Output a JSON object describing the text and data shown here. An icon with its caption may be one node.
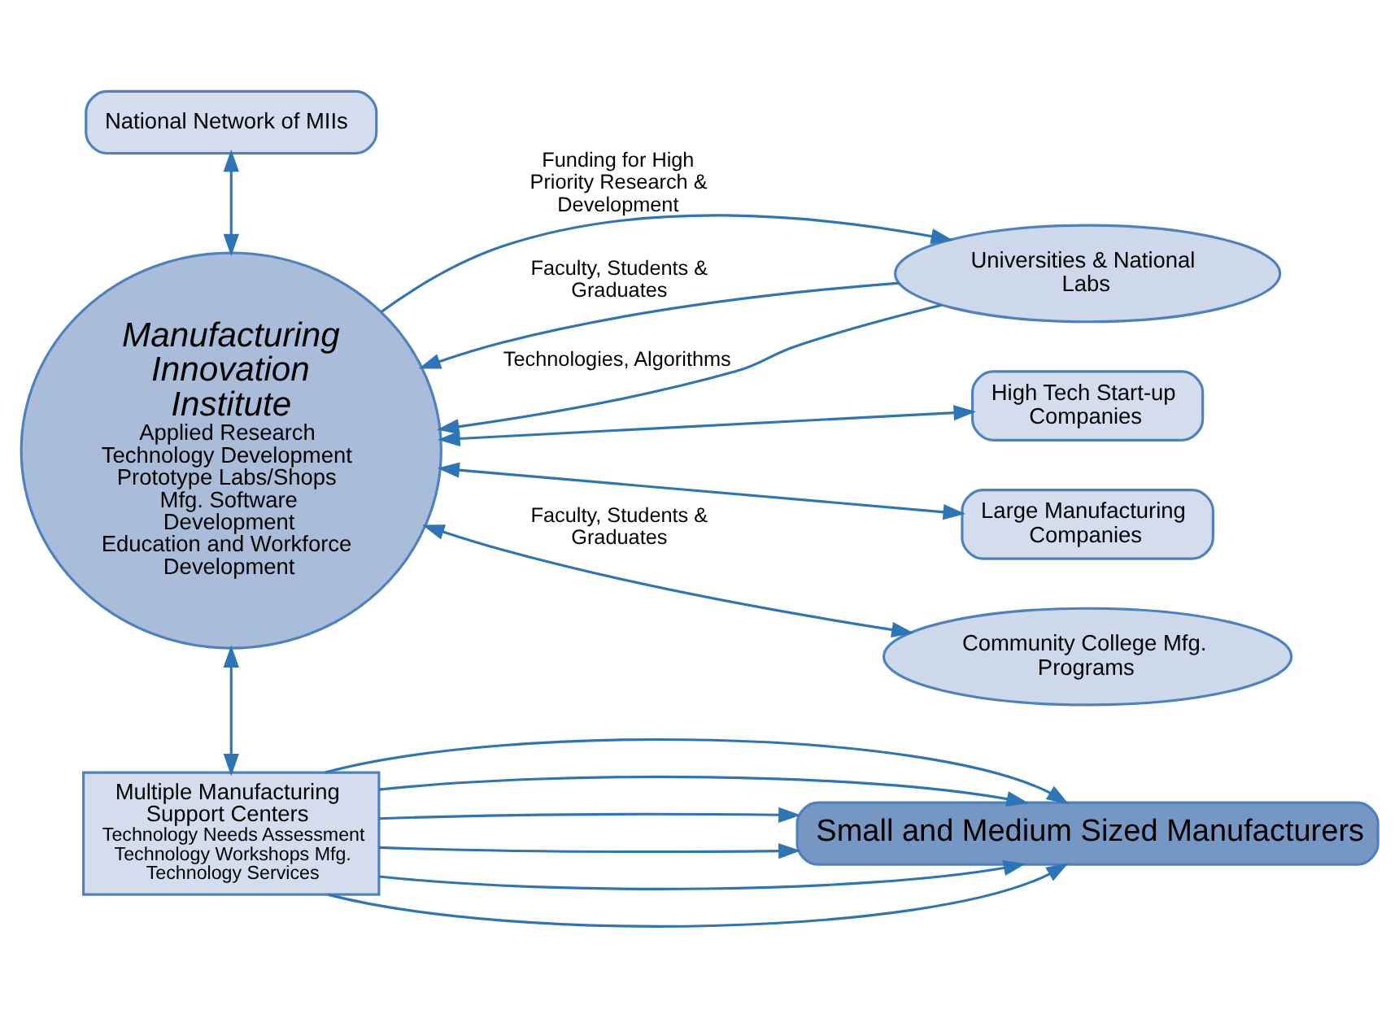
{
  "diagram": {
    "nodes": [
      {
        "text": [
          "National Network of MIIs"
        ]
      },
      {
        "text": [
          "Universities & National Labs"
        ]
      },
      {
        "text": [
          "Manufacturing Innovation Institute",
          "Applied Research Technology Development",
          "Prototype Labs/Shops",
          "Mfg. Software Development",
          "Education and Workforce Development"
        ]
      },
      {
        "text": [
          "High Tech Start-up Companies"
        ]
      },
      {
        "text": [
          "Large Manufacturing Companies"
        ]
      },
      {
        "text": [
          "Community College Mfg. Programs"
        ]
      },
      {
        "text": [
          "Multiple Manufacturing Support Centers",
          "Technology Needs Assessment Technology Workshops Mfg. Technology Services"
        ]
      },
      {
        "text": [
          "Small and Medium Sized Manufacturers"
        ]
      }
    ],
    "edges": [
      {
        "from": 0,
        "to": 2,
        "arrow": "both"
      },
      {
        "from": 1,
        "to": 2,
        "arrow": "to",
        "label": "Faculty, Students & Graduates"
      },
      {
        "from": 1,
        "to": 2,
        "arrow": "to",
        "label": "Technologies, Algorithms"
      },
      {
        "from": 2,
        "to": 1,
        "arrow": "to",
        "label": "Funding for High Priority Research & Development"
      },
      {
        "from": 2,
        "to": 3,
        "arrow": "both"
      },
      {
        "from": 2,
        "to": 4,
        "arrow": "both"
      },
      {
        "from": 5,
        "to": 2,
        "arrow": "both",
        "label": "Faculty, Students & Graduates"
      },
      {
        "from": 2,
        "to": 6,
        "arrow": "both"
      },
      {
        "from": 6,
        "to": 7,
        "arrow": "to"
      },
      {
        "from": 6,
        "to": 7,
        "arrow": "to"
      },
      {
        "from": 6,
        "to": 7,
        "arrow": "to"
      },
      {
        "from": 6,
        "to": 7,
        "arrow": "to"
      },
      {
        "from": 6,
        "to": 7,
        "arrow": "to"
      },
      {
        "from": 6,
        "to": 7,
        "arrow": "to"
      }
    ]
  }
}
